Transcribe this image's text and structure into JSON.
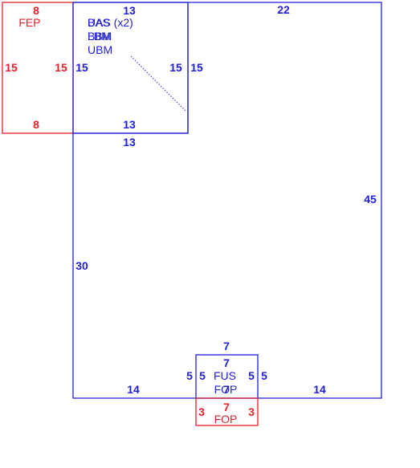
{
  "colors": {
    "blue": "#1f1fd6",
    "red": "#e0202a",
    "white": "#ffffff"
  },
  "shapes": {
    "fep": {
      "label": "FEP",
      "dim_top": "8",
      "dim_bottom": "8",
      "dim_left": "15",
      "dim_right": "15"
    },
    "main": {
      "dim_top": "22",
      "dim_right": "45",
      "dim_left": "30",
      "dim_bottom_left": "14",
      "dim_bottom_right": "14",
      "dim_notch_top": "13"
    },
    "inner": {
      "label_lines": [
        "BAS",
        "UAS (x2)",
        "BBM",
        "LBM",
        "UBM"
      ],
      "dim_top": "13",
      "dim_bottom": "13",
      "dim_left_outer": "15",
      "dim_right_inner": "15",
      "dim_right_outer": "15"
    },
    "fus": {
      "label": "FUS",
      "dim_top_outer": "7",
      "dim_top_inner": "7",
      "dim_left_outer": "5",
      "dim_left_inner": "5",
      "dim_right_inner": "5",
      "dim_right_outer": "5",
      "dim_bottom": "7"
    },
    "fop": {
      "label": "FOP",
      "inner_label": "FOP",
      "dim_top": "7",
      "dim_left": "3",
      "dim_right": "3"
    }
  }
}
